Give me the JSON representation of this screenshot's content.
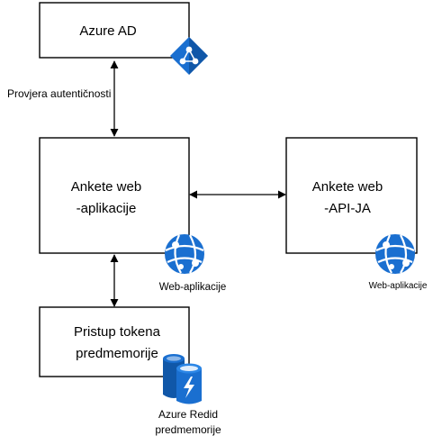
{
  "nodes": {
    "azure_ad": {
      "label": "Azure AD",
      "icon": "azure-ad-diamond-icon"
    },
    "web_app": {
      "line1": "Ankete web",
      "line2": "-aplikacije",
      "icon": "web-app-globe-icon",
      "icon_caption": "Web-aplikacije"
    },
    "web_api": {
      "line1": "Ankete web",
      "line2": "-API-JA",
      "icon": "web-app-globe-icon",
      "icon_caption": "Web-aplikacije"
    },
    "token_cache": {
      "line1": "Pristup tokena",
      "line2": "predmemorije",
      "icon": "redis-cache-icon",
      "icon_caption_line1": "Azure Redid",
      "icon_caption_line2": "predmemorije"
    }
  },
  "edges": {
    "auth": {
      "label": "Provjera autentičnosti"
    }
  },
  "colors": {
    "icon_blue": "#1a6fd0",
    "icon_dark_blue": "#1057a8",
    "icon_light": "#ffffff",
    "line": "#000000"
  }
}
